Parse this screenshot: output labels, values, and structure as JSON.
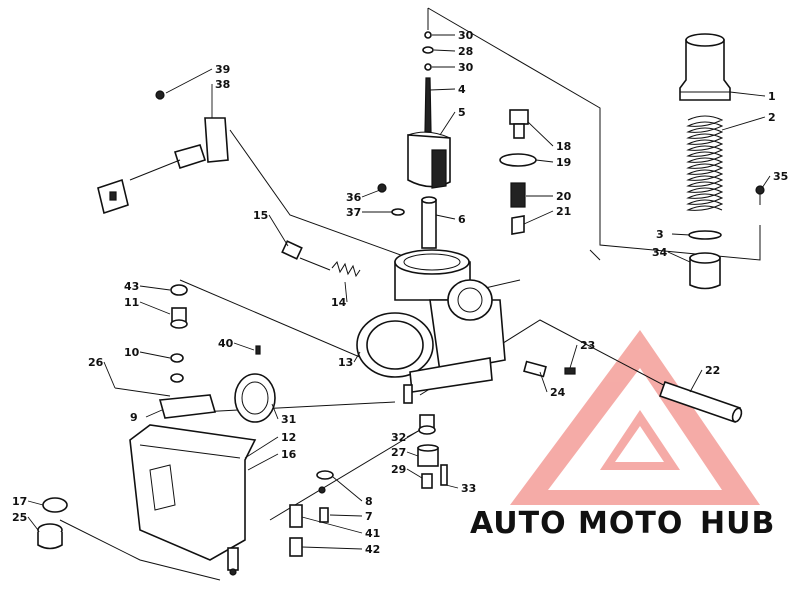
{
  "callouts": [
    {
      "n": "1"
    },
    {
      "n": "2"
    },
    {
      "n": "3"
    },
    {
      "n": "34"
    },
    {
      "n": "35"
    },
    {
      "n": "30"
    },
    {
      "n": "28"
    },
    {
      "n": "30"
    },
    {
      "n": "4"
    },
    {
      "n": "5"
    },
    {
      "n": "18"
    },
    {
      "n": "19"
    },
    {
      "n": "20"
    },
    {
      "n": "21"
    },
    {
      "n": "36"
    },
    {
      "n": "37"
    },
    {
      "n": "6"
    },
    {
      "n": "39"
    },
    {
      "n": "38"
    },
    {
      "n": "15"
    },
    {
      "n": "14"
    },
    {
      "n": "43"
    },
    {
      "n": "11"
    },
    {
      "n": "10"
    },
    {
      "n": "40"
    },
    {
      "n": "26"
    },
    {
      "n": "9"
    },
    {
      "n": "31"
    },
    {
      "n": "12"
    },
    {
      "n": "16"
    },
    {
      "n": "13"
    },
    {
      "n": "23"
    },
    {
      "n": "22"
    },
    {
      "n": "24"
    },
    {
      "n": "32"
    },
    {
      "n": "27"
    },
    {
      "n": "29"
    },
    {
      "n": "33"
    },
    {
      "n": "8"
    },
    {
      "n": "7"
    },
    {
      "n": "41"
    },
    {
      "n": "42"
    },
    {
      "n": "17"
    },
    {
      "n": "25"
    }
  ],
  "watermark": {
    "part1": "AUTO",
    "part2": "MOTO",
    "part3": "HUB",
    "color1": "#f3c58a",
    "color2": "#f08a84",
    "color3": "#7e7e7e",
    "logo_color": "#f2908a"
  }
}
